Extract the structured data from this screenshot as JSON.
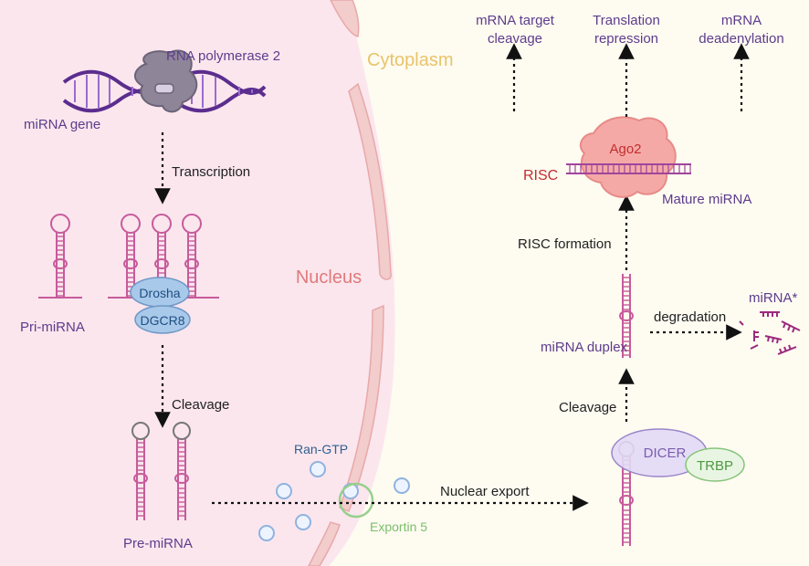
{
  "compartments": {
    "nucleus": "Nucleus",
    "cytoplasm": "Cytoplasm"
  },
  "labels": {
    "rna_polymerase": "RNA polymerase 2",
    "mirna_gene": "miRNA gene",
    "transcription": "Transcription",
    "pri_mirna": "Pri-miRNA",
    "drosha": "Drosha",
    "dgcr8": "DGCR8",
    "cleavage_nucleus": "Cleavage",
    "pre_mirna": "Pre-miRNA",
    "ran_gtp": "Ran-GTP",
    "exportin5": "Exportin 5",
    "nuclear_export": "Nuclear export",
    "dicer": "DICER",
    "trbp": "TRBP",
    "cleavage_cyto": "Cleavage",
    "mirna_duplex": "miRNA duplex",
    "degradation": "degradation",
    "mirna_star": "miRNA*",
    "risc_formation": "RISC formation",
    "risc": "RISC",
    "ago2": "Ago2",
    "mature_mirna": "Mature miRNA"
  },
  "outcomes": [
    {
      "line1": "mRNA target",
      "line2": "cleavage"
    },
    {
      "line1": "Translation",
      "line2": "repression"
    },
    {
      "line1": "mRNA",
      "line2": "deadenylation"
    }
  ],
  "colors": {
    "nucleus_bg": "#fbe6ee",
    "cytoplasm_bg": "#fefbf1",
    "membrane": "#f1c6c6",
    "rna_strand": "#c75b9b",
    "dna_purple": "#5b2d8e",
    "dna_light": "#9a6bd0"
  }
}
